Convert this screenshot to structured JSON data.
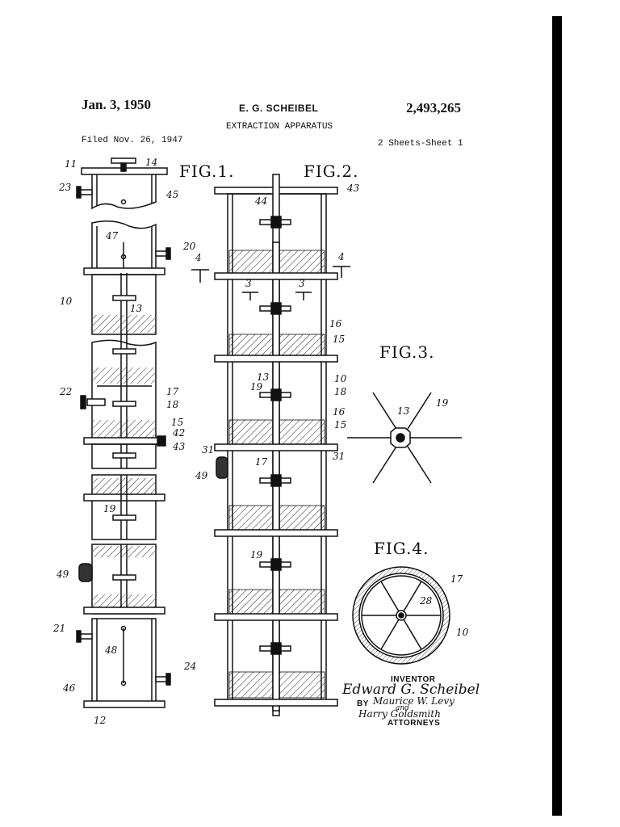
{
  "header": {
    "date": "Jan. 3, 1950",
    "inventor_name": "E. G. SCHEIBEL",
    "patent_number": "2,493,265",
    "title": "EXTRACTION APPARATUS",
    "filed": "Filed Nov. 26, 1947",
    "sheets": "2 Sheets-Sheet 1"
  },
  "figures": {
    "fig1": "FIG.1.",
    "fig2": "FIG.2.",
    "fig3": "FIG.3.",
    "fig4": "FIG.4."
  },
  "refs": {
    "r11": "11",
    "r14": "14",
    "r23": "23",
    "r45": "45",
    "r47": "47",
    "r20": "20",
    "r4a": "4",
    "r10a": "10",
    "r13a": "13",
    "r22": "22",
    "r17a": "17",
    "r18a": "18",
    "r15a": "15",
    "r42": "42",
    "r43a": "43",
    "r19a": "19",
    "r49a": "49",
    "r21": "21",
    "r48": "48",
    "r24": "24",
    "r46": "46",
    "r12": "12",
    "r44": "44",
    "r43b": "43",
    "r4b": "4",
    "r3a": "3",
    "r3b": "3",
    "r16a": "16",
    "r15b": "15",
    "r13b": "13",
    "r19b": "19",
    "r10b": "10",
    "r18b": "18",
    "r16b": "16",
    "r15c": "15",
    "r31a": "31",
    "r17b": "17",
    "r31b": "31",
    "r49b": "49",
    "r19c": "19",
    "r13c": "13",
    "r19d": "19",
    "r17c": "17",
    "r28": "28",
    "r10c": "10"
  },
  "signature": {
    "inventor_label": "INVENTOR",
    "inventor_signature": "Edward G. Scheibel",
    "by_label": "BY",
    "attorney1": "Maurice W. Levy",
    "and_label": "and",
    "attorney2": "Harry Goldsmith",
    "attorneys_label": "ATTORNEYS"
  }
}
